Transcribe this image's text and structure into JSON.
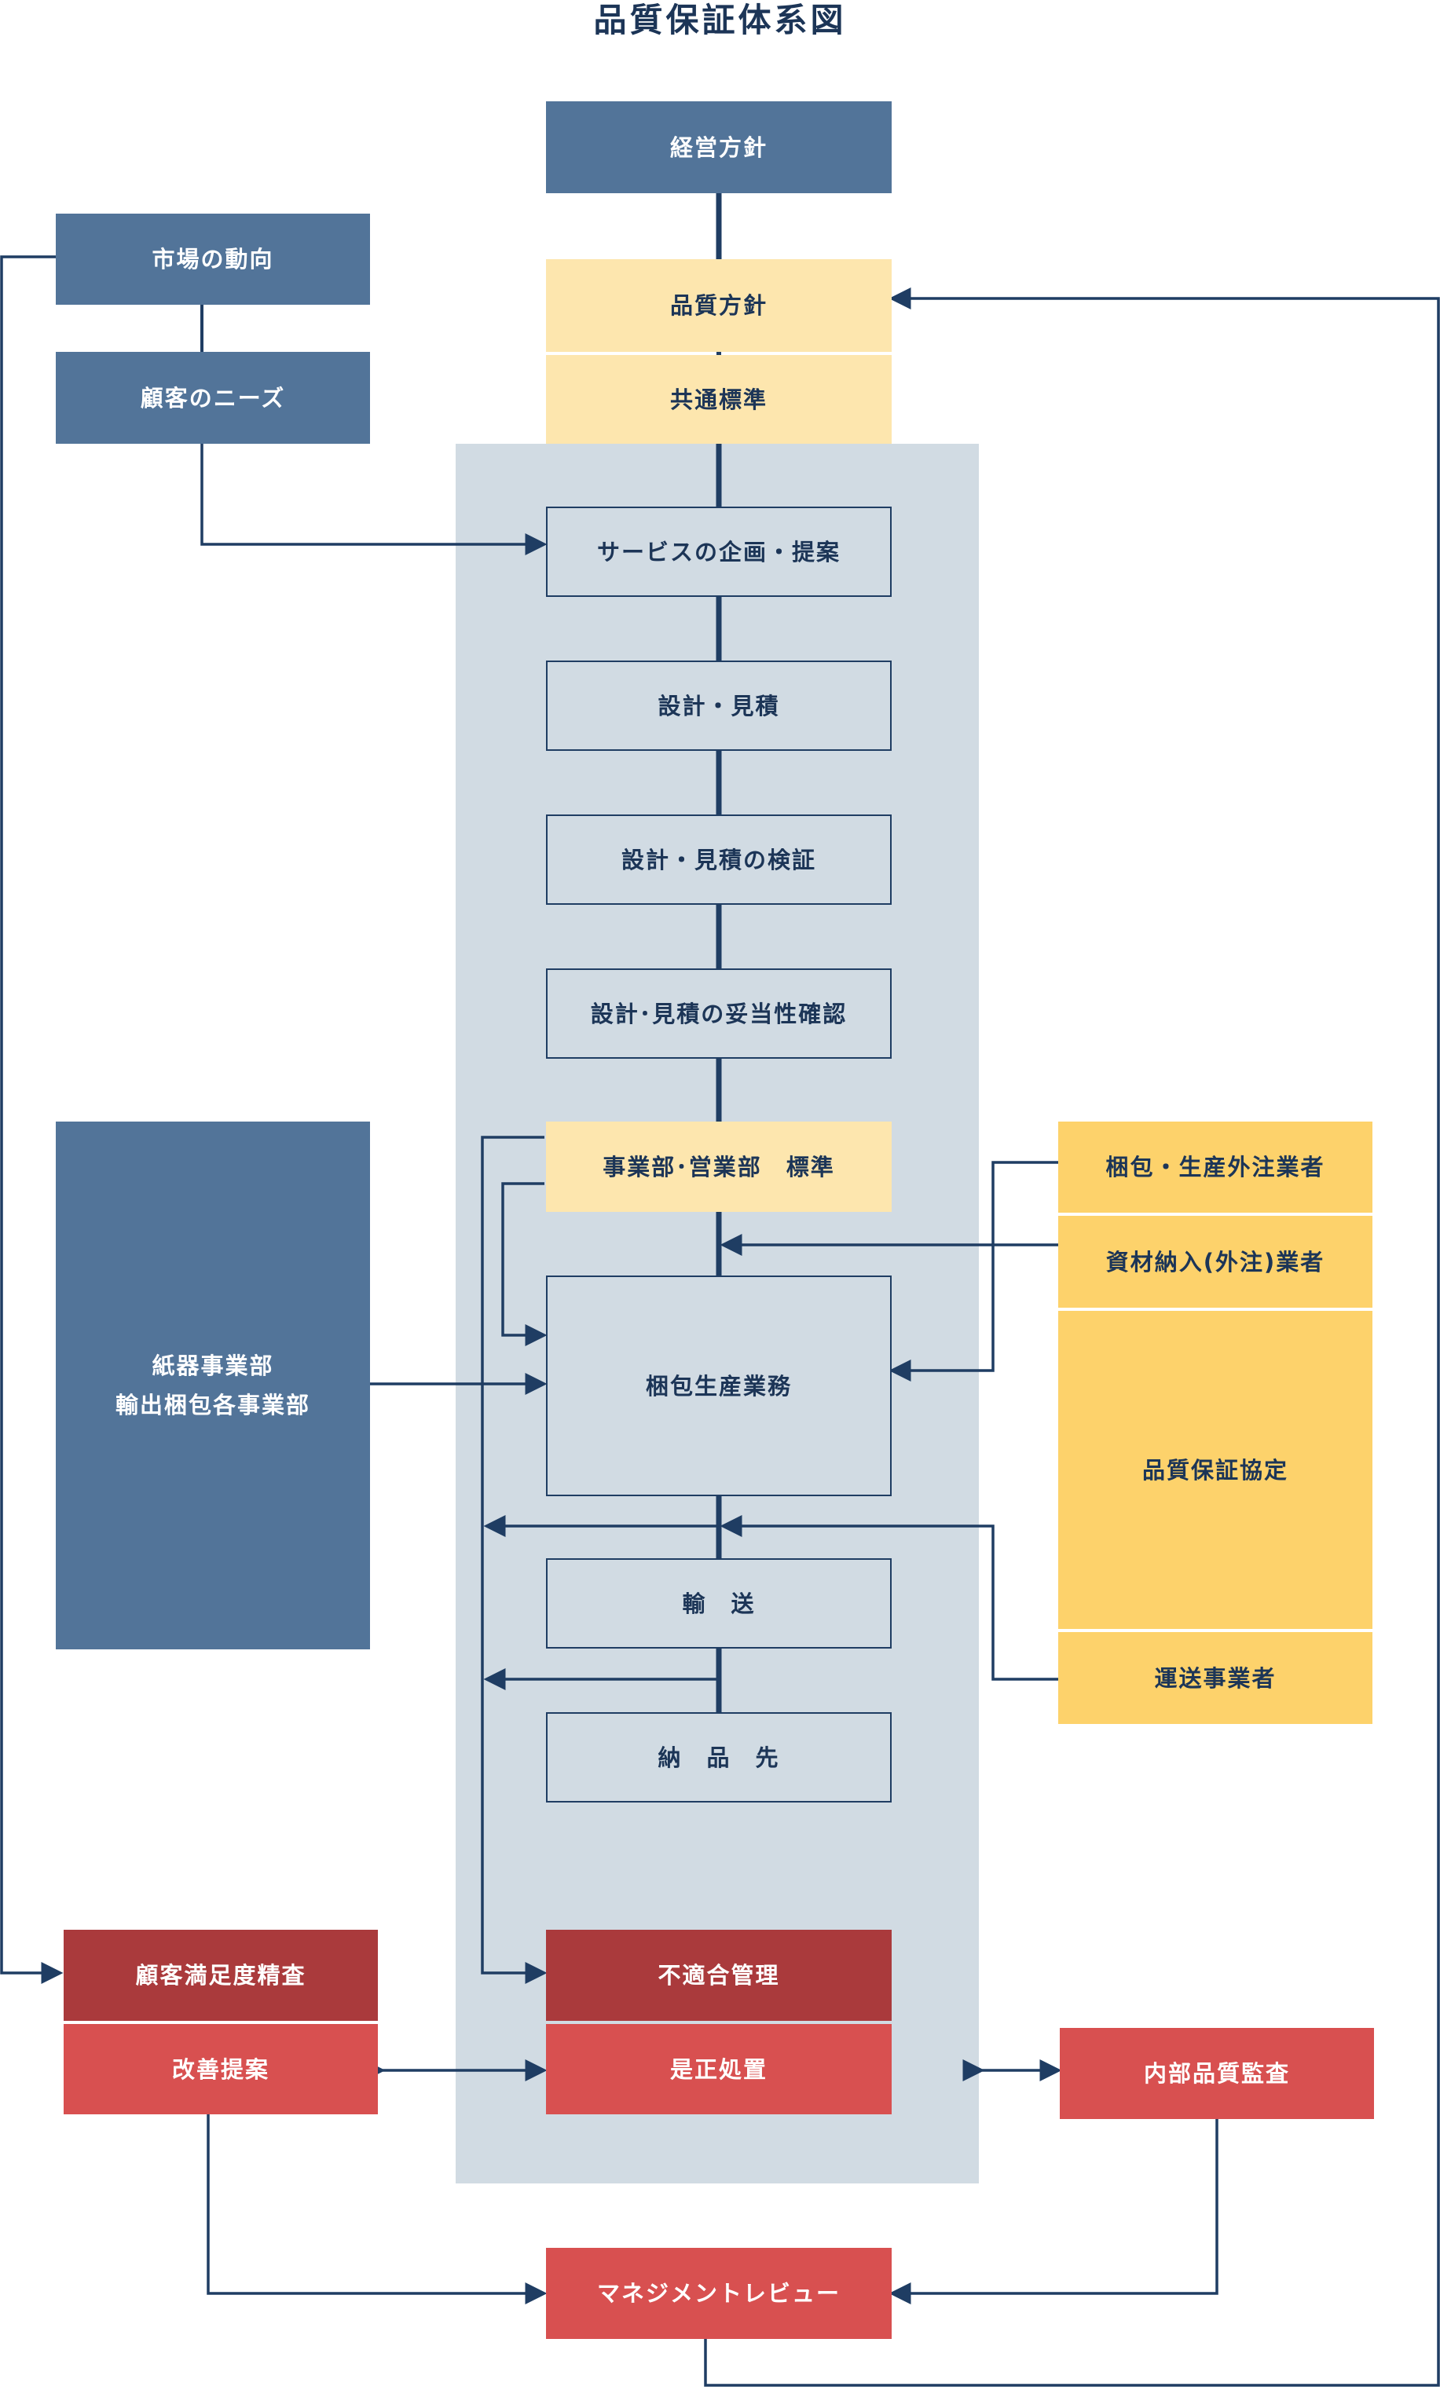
{
  "title": "品質保証体系図",
  "nodes": {
    "management_policy": "経営方針",
    "quality_policy": "品質方針",
    "common_standard": "共通標準",
    "market_trend": "市場の動向",
    "customer_needs": "顧客のニーズ",
    "service_planning": "サービスの企画・提案",
    "design_estimate": "設計・見積",
    "design_verification": "設計・見積の検証",
    "design_validation": "設計･見積の妥当性確認",
    "division_standard": "事業部･営業部　標準",
    "packaging_production": "梱包生産業務",
    "transport": "輸　送",
    "delivery": "納　品　先",
    "divisions": "紙器事業部\n輸出梱包各事業部",
    "outsourced_packaging": "梱包・生産外注業者",
    "material_supply": "資材納入(外注)業者",
    "qa_agreement": "品質保証協定",
    "carrier": "運送事業者",
    "customer_satisfaction": "顧客満足度精査",
    "improvement": "改善提案",
    "nonconformity": "不適合管理",
    "corrective_action": "是正処置",
    "internal_audit": "内部品質監査",
    "management_review": "マネジメントレビュー"
  },
  "colors": {
    "navy": "#527499",
    "pale_yellow": "#fde6ae",
    "yellow": "#fdd26b",
    "panel": "#d1dbe3",
    "dark_red": "#aa3a3c",
    "red": "#d85050",
    "line": "#1f3d63"
  }
}
